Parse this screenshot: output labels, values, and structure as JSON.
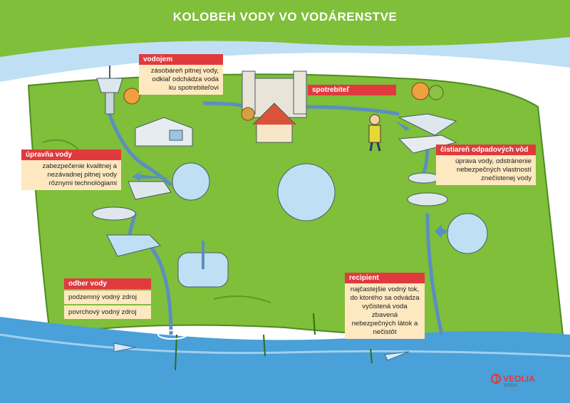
{
  "title": "KOLOBEH VODY VO VODÁRENSTVE",
  "labels": {
    "vodojem": {
      "heading": "vodojem",
      "lines": [
        "zásobáreň pitnej vody,",
        "odkiaľ odchádza voda",
        "ku spotrebiteľovi"
      ]
    },
    "spotrebitel": {
      "heading": "spotrebiteľ"
    },
    "upravna": {
      "heading": "úpravňa vody",
      "lines": [
        "zabezpečenie kvalitnej a",
        "nezávadnej pitnej vody",
        "rôznymi technológiami"
      ]
    },
    "cistiaren": {
      "heading": "čistiareň odpadových vôd",
      "lines": [
        "úprava vody, odstránenie",
        "nebezpečných vlastností",
        "znečistenej vody"
      ]
    },
    "odber": {
      "heading": "odber vody",
      "items": [
        "podzemný vodný zdroj",
        "povrchový vodný zdroj"
      ]
    },
    "recipient": {
      "heading": "recipient",
      "lines": [
        "najčastejšie vodný tok,",
        "do ktorého sa odvádza",
        "vyčistená voda zbavená",
        "nebezpečných látok a",
        "nečistôt"
      ]
    }
  },
  "logo": {
    "name": "VEOLIA",
    "sub": "VODA"
  },
  "colors": {
    "sky": "#bfe0f4",
    "grass": "#7fbf3a",
    "grass_dark": "#5a9a24",
    "water": "#4aa0d8",
    "label_head": "#e03a3e",
    "label_body": "#fde8c0",
    "brand": "#e03a3e"
  }
}
